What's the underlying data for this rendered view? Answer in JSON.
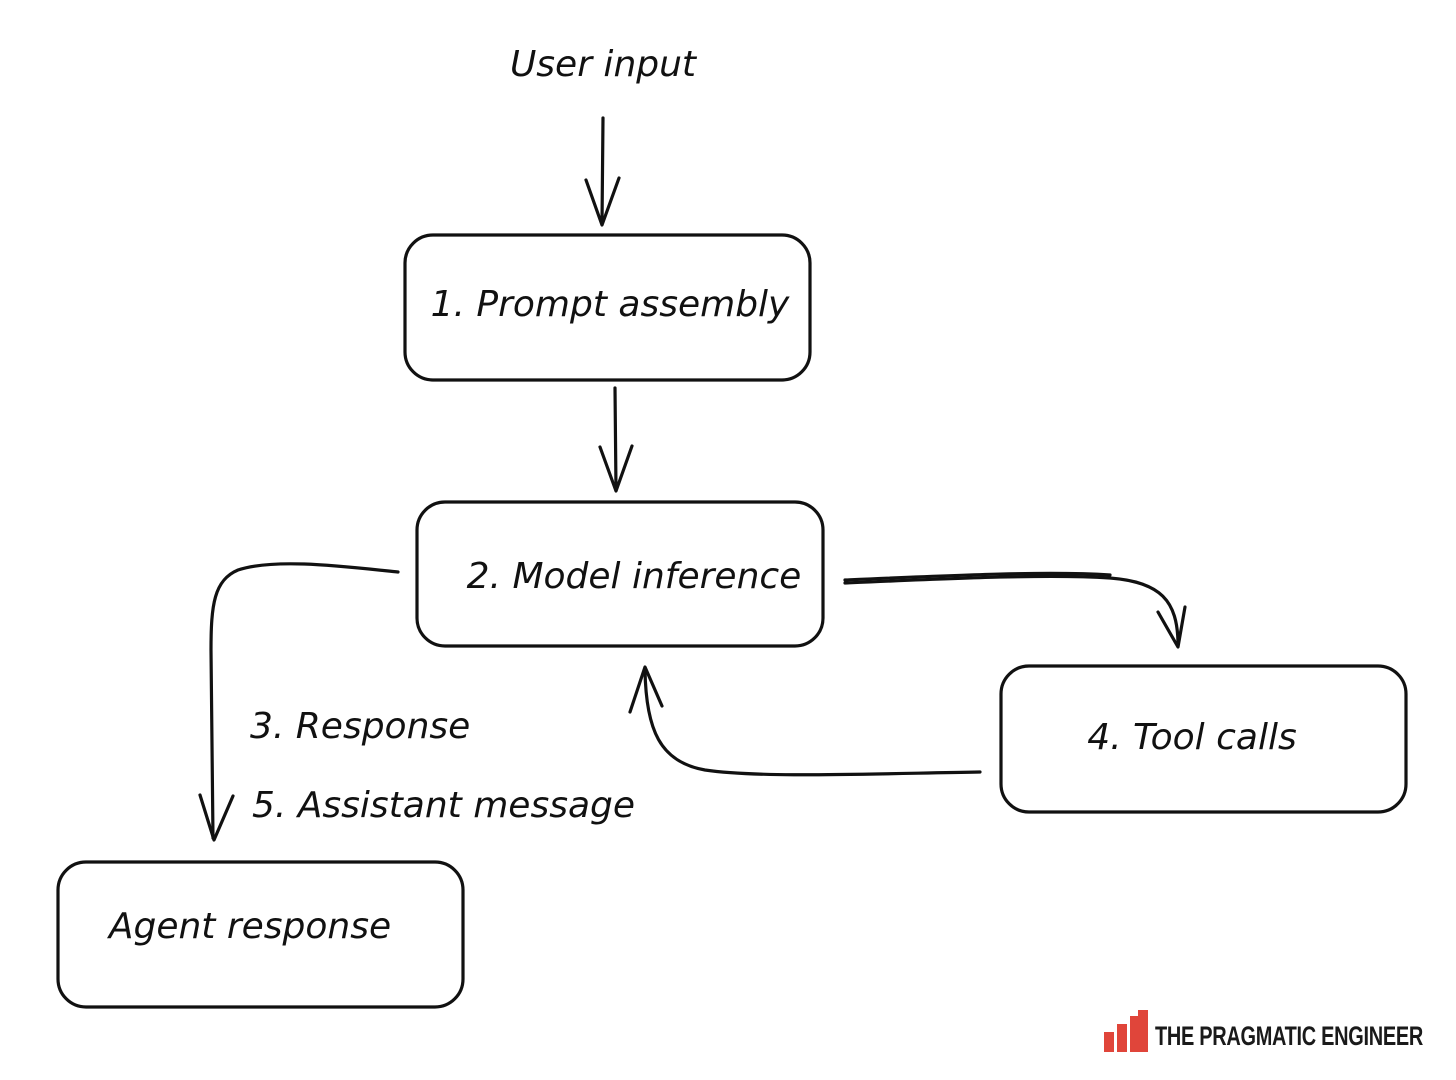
{
  "diagram": {
    "input_label": "User input",
    "nodes": [
      {
        "id": "prompt-assembly",
        "label": "1. Prompt assembly"
      },
      {
        "id": "model-inference",
        "label": "2. Model inference"
      },
      {
        "id": "tool-calls",
        "label": "4. Tool calls"
      },
      {
        "id": "agent-response",
        "label": "Agent response"
      }
    ],
    "edge_labels": {
      "response": "3. Response",
      "assistant_message": "5. Assistant message"
    }
  },
  "brand": {
    "name": "THE PRAGMATIC ENGINEER",
    "color": "#e0453a"
  }
}
